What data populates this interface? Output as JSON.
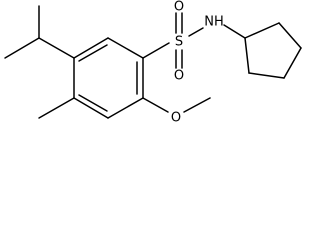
{
  "molecule": {
    "atoms": {
      "S": "S",
      "O_top": "O",
      "O_bottom": "O",
      "NH": "NH",
      "O_methoxy": "O"
    }
  }
}
